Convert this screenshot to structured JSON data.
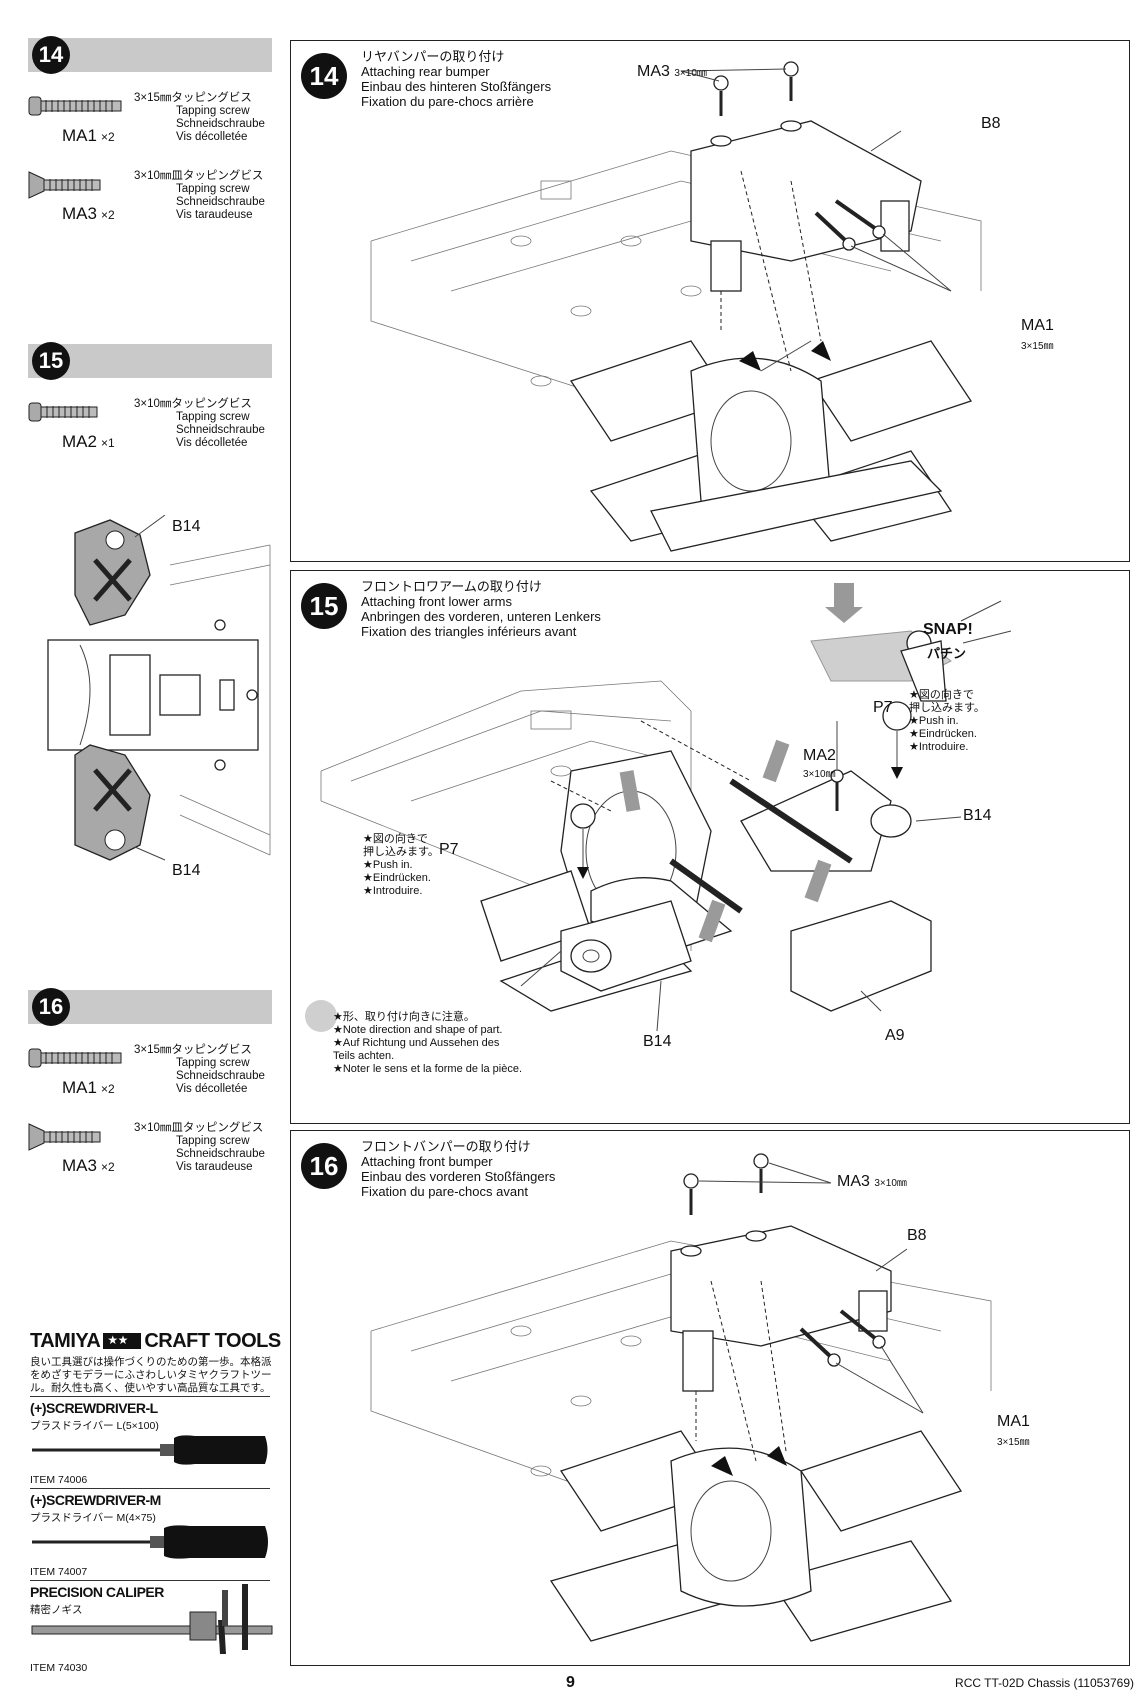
{
  "left_steps": [
    {
      "number": "14",
      "parts": [
        {
          "id": "MA1",
          "qty": "×2",
          "jp": "3×15㎜タッピングビス",
          "en": "Tapping screw",
          "de": "Schneidschraube",
          "fr": "Vis décolletée"
        },
        {
          "id": "MA3",
          "qty": "×2",
          "jp": "3×10㎜皿タッピングビス",
          "en": "Tapping screw",
          "de": "Schneidschraube",
          "fr": "Vis taraudeuse"
        }
      ]
    },
    {
      "number": "15",
      "parts": [
        {
          "id": "MA2",
          "qty": "×1",
          "jp": "3×10㎜タッピングビス",
          "en": "Tapping screw",
          "de": "Schneidschraube",
          "fr": "Vis décolletée"
        }
      ],
      "diagram_labels": {
        "top": "B14",
        "bottom": "B14"
      }
    },
    {
      "number": "16",
      "parts": [
        {
          "id": "MA1",
          "qty": "×2",
          "jp": "3×15㎜タッピングビス",
          "en": "Tapping screw",
          "de": "Schneidschraube",
          "fr": "Vis décolletée"
        },
        {
          "id": "MA3",
          "qty": "×2",
          "jp": "3×10㎜皿タッピングビス",
          "en": "Tapping screw",
          "de": "Schneidschraube",
          "fr": "Vis taraudeuse"
        }
      ]
    }
  ],
  "panels": [
    {
      "number": "14",
      "title": [
        "リヤバンパーの取り付け",
        "Attaching rear bumper",
        "Einbau des hinteren Stoßfängers",
        "Fixation du pare-chocs arrière"
      ],
      "labels": {
        "ma3": "MA3",
        "ma3_size": "3×10㎜",
        "b8": "B8",
        "ma1": "MA1",
        "ma1_size": "3×15㎜"
      }
    },
    {
      "number": "15",
      "title": [
        "フロントロワアームの取り付け",
        "Attaching front lower arms",
        "Anbringen des vorderen, unteren Lenkers",
        "Fixation des triangles inférieurs avant"
      ],
      "labels": {
        "snap": "SNAP!",
        "snap_jp": "パチン",
        "p7_right": "P7",
        "ma2": "MA2",
        "ma2_size": "3×10㎜",
        "b14_right": "B14",
        "p7_left": "P7",
        "b14_bottom": "B14",
        "a9": "A9"
      },
      "note_right": [
        "★図の向きで",
        "押し込みます。",
        "★Push in.",
        "★Eindrücken.",
        "★Introduire."
      ],
      "note_left": [
        "★図の向きで",
        "押し込みます。",
        "★Push in.",
        "★Eindrücken.",
        "★Introduire."
      ],
      "note_bottom": [
        "★形、取り付け向きに注意。",
        "★Note direction and shape of part.",
        "★Auf Richtung und Aussehen des",
        "Teils achten.",
        "★Noter le sens et la forme de la pièce."
      ]
    },
    {
      "number": "16",
      "title": [
        "フロントバンパーの取り付け",
        "Attaching front bumper",
        "Einbau des vorderen Stoßfängers",
        "Fixation du pare-chocs avant"
      ],
      "labels": {
        "ma3": "MA3",
        "ma3_size": "3×10㎜",
        "b8": "B8",
        "ma1": "MA1",
        "ma1_size": "3×15㎜"
      }
    }
  ],
  "tools": {
    "brand": "TAMIYA",
    "brand_suffix": "CRAFT TOOLS",
    "intro": "良い工具選びは操作づくりのための第一歩。本格派をめざすモデラーにふさわしいタミヤクラフトツール。耐久性も高く、使いやすい高品質な工具です。",
    "items": [
      {
        "name": "(+)SCREWDRIVER-L",
        "jp": "プラスドライバー L(5×100)",
        "item": "ITEM 74006"
      },
      {
        "name": "(+)SCREWDRIVER-M",
        "jp": "プラスドライバー M(4×75)",
        "item": "ITEM 74007"
      },
      {
        "name": "PRECISION CALIPER",
        "jp": "精密ノギス",
        "item": "ITEM 74030"
      }
    ]
  },
  "footer": {
    "page": "9",
    "doc": "RCC TT-02D Chassis (11053769)"
  }
}
